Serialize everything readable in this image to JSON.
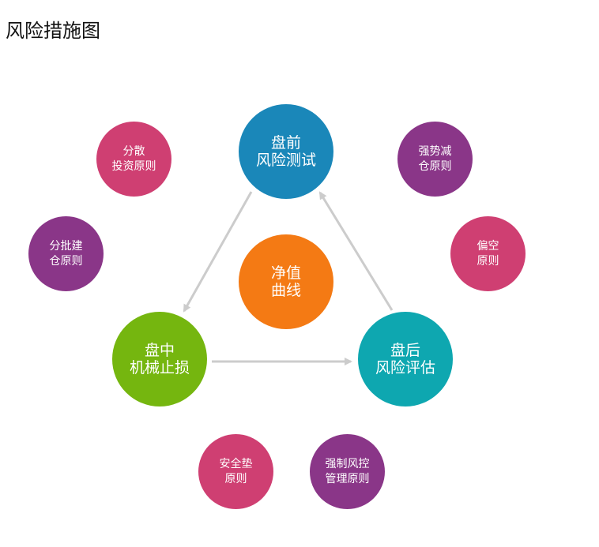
{
  "title": "风险措施图",
  "colors": {
    "blue": "#1a87b9",
    "orange": "#f47a14",
    "green": "#75b60f",
    "teal": "#0ea7b0",
    "pink": "#cf3f72",
    "purple": "#8a3688",
    "arrow": "#cccccc"
  },
  "center": {
    "line1": "净值",
    "line2": "曲线"
  },
  "cycle": {
    "pre": {
      "line1": "盘前",
      "line2": "风险测试"
    },
    "mid": {
      "line1": "盘中",
      "line2": "机械止损"
    },
    "post": {
      "line1": "盘后",
      "line2": "风险评估"
    }
  },
  "principles": {
    "disperse": {
      "line1": "分散",
      "line2": "投资原则"
    },
    "reduce": {
      "line1": "强势减",
      "line2": "仓原则"
    },
    "batch": {
      "line1": "分批建",
      "line2": "仓原则"
    },
    "short": {
      "line1": "偏空",
      "line2": "原则"
    },
    "cushion": {
      "line1": "安全垫",
      "line2": "原则"
    },
    "forced": {
      "line1": "强制风控",
      "line2": "管理原则"
    }
  }
}
